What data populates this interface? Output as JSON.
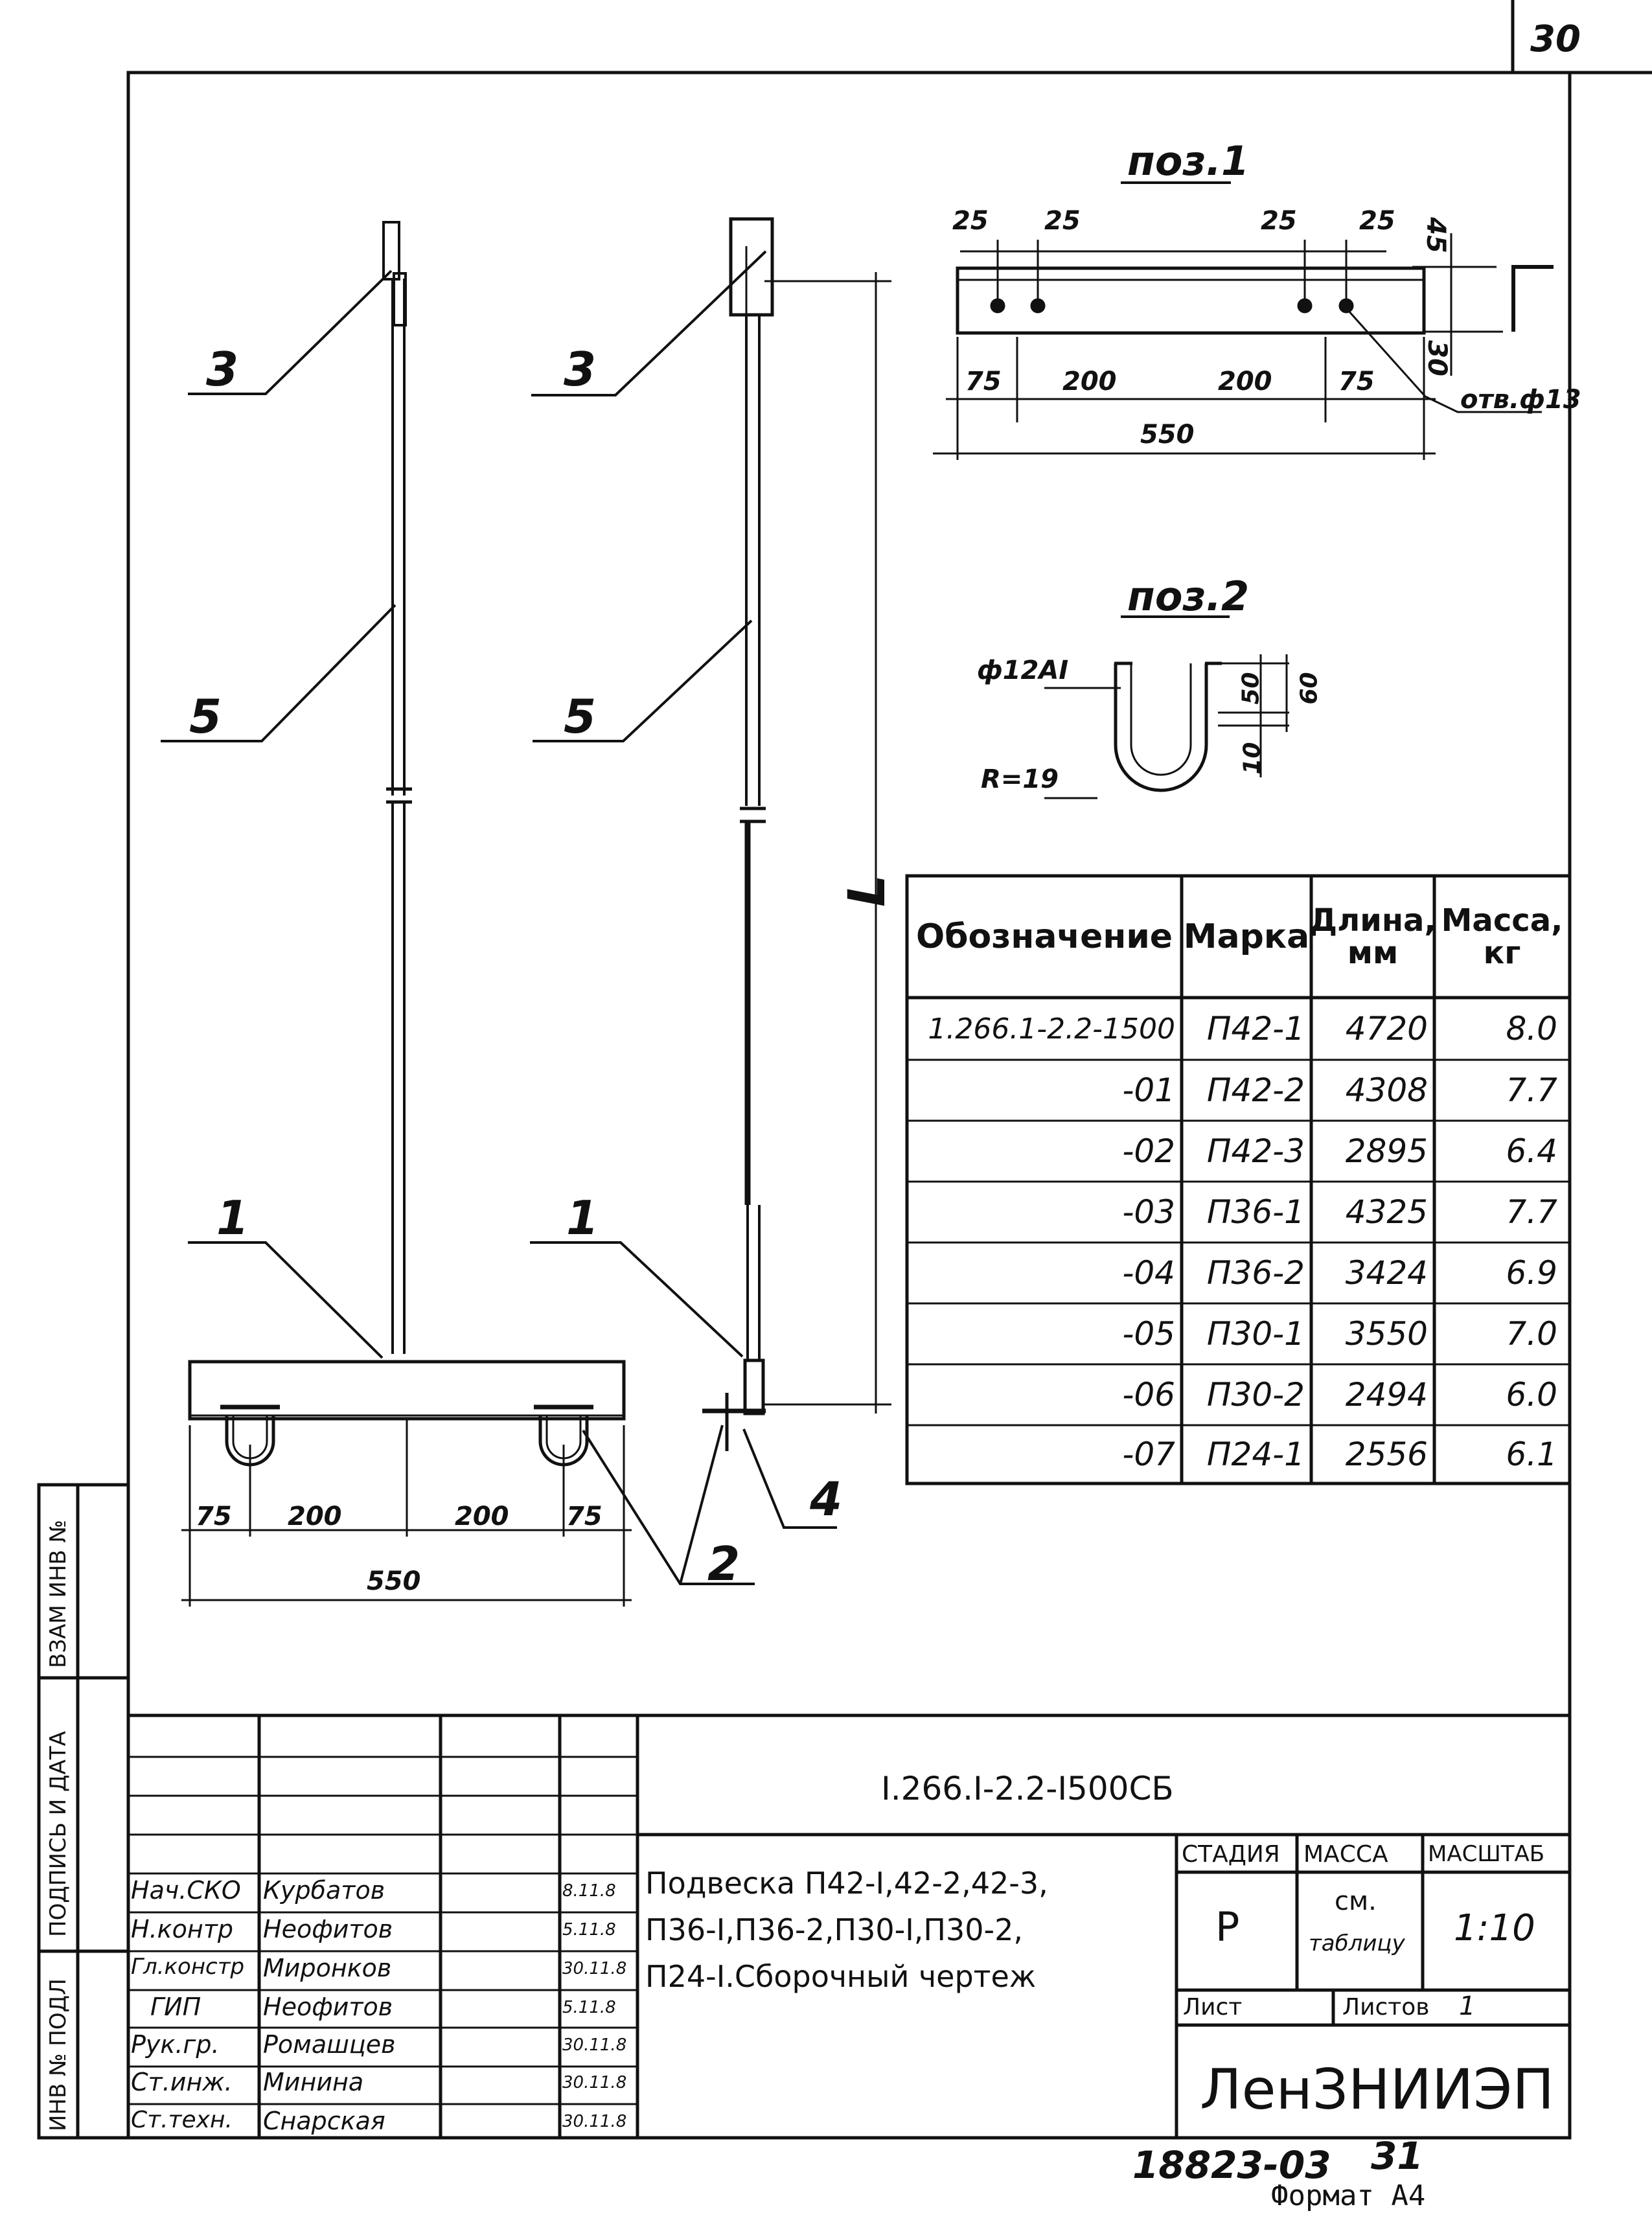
{
  "sheet_number": "30",
  "positions": {
    "pos1_title": "поз.1",
    "pos2_title": "поз.2",
    "pos1_dims": {
      "top_left_a": "25",
      "top_left_b": "25",
      "top_right_a": "25",
      "top_right_b": "25",
      "height_a": "45",
      "height_b": "30",
      "bottom_75_left": "75",
      "bottom_200_left": "200",
      "bottom_200_right": "200",
      "bottom_75_right": "75",
      "total": "550",
      "hole": "отв.ф13"
    },
    "pos2_dims": {
      "rod": "ф12АI",
      "radius": "R=19",
      "d50": "50",
      "d60": "60",
      "d10": "10"
    }
  },
  "assembly": {
    "label_3a": "3",
    "label_5a": "5",
    "label_1a": "1",
    "label_3b": "3",
    "label_5b": "5",
    "label_1b": "1",
    "label_4": "4",
    "label_2": "2",
    "label_L": "L",
    "dim_75_left": "75",
    "dim_200_left": "200",
    "dim_200_right": "200",
    "dim_75_right": "75",
    "dim_total": "550"
  },
  "spec_table": {
    "headers": [
      "Обозначение",
      "Марка",
      "Длина, мм",
      "Масса, кг"
    ],
    "rows": [
      [
        "1.266.1-2.2-1500",
        "П42-1",
        "4720",
        "8.0"
      ],
      [
        "-01",
        "П42-2",
        "4308",
        "7.7"
      ],
      [
        "-02",
        "П42-3",
        "2895",
        "6.4"
      ],
      [
        "-03",
        "П36-1",
        "4325",
        "7.7"
      ],
      [
        "-04",
        "П36-2",
        "3424",
        "6.9"
      ],
      [
        "-05",
        "П30-1",
        "3550",
        "7.0"
      ],
      [
        "-06",
        "П30-2",
        "2494",
        "6.0"
      ],
      [
        "-07",
        "П24-1",
        "2556",
        "6.1"
      ]
    ]
  },
  "title_block": {
    "code": "I.266.I-2.2-I500СБ",
    "description_line1": "Подвеска П42-I,42-2,42-3,",
    "description_line2": "П36-I,П36-2,П30-I,П30-2,",
    "description_line3": "П24-I.Сборочный чертеж",
    "stage_label": "СТАДИЯ",
    "mass_label": "МАССА",
    "scale_label": "МАСШТАБ",
    "stage_value": "Р",
    "mass_value_1": "см.",
    "mass_value_2": "таблицу",
    "scale_value": "1:10",
    "sheet_label": "Лист",
    "sheets_label": "Листов",
    "sheets_value": "1",
    "org": "ЛенЗНИИЭП",
    "staff": [
      {
        "role": "Нач.СКО",
        "name": "Курбатов",
        "date": "8.11.8"
      },
      {
        "role": "Н.контр",
        "name": "Неофитов",
        "date": "5.11.8"
      },
      {
        "role": "Гл.констр",
        "name": "Миронков",
        "date": "30.11.8"
      },
      {
        "role": "ГИП",
        "name": "Неофитов",
        "date": "5.11.8"
      },
      {
        "role": "Рук.гр.",
        "name": "Ромашцев",
        "date": "30.11.8"
      },
      {
        "role": "Ст.инж.",
        "name": "Минина",
        "date": "30.11.8"
      },
      {
        "role": "Ст.техн.",
        "name": "Снарская",
        "date": "30.11.8"
      }
    ]
  },
  "side_labels": {
    "inv_podl": "ИНВ № ПОДЛ",
    "podpis_data": "ПОДПИСЬ И ДАТА",
    "vzam_inv": "ВЗАМ ИНВ №"
  },
  "footer": {
    "archive": "18823-03",
    "page": "31",
    "format": "Формат А4"
  }
}
